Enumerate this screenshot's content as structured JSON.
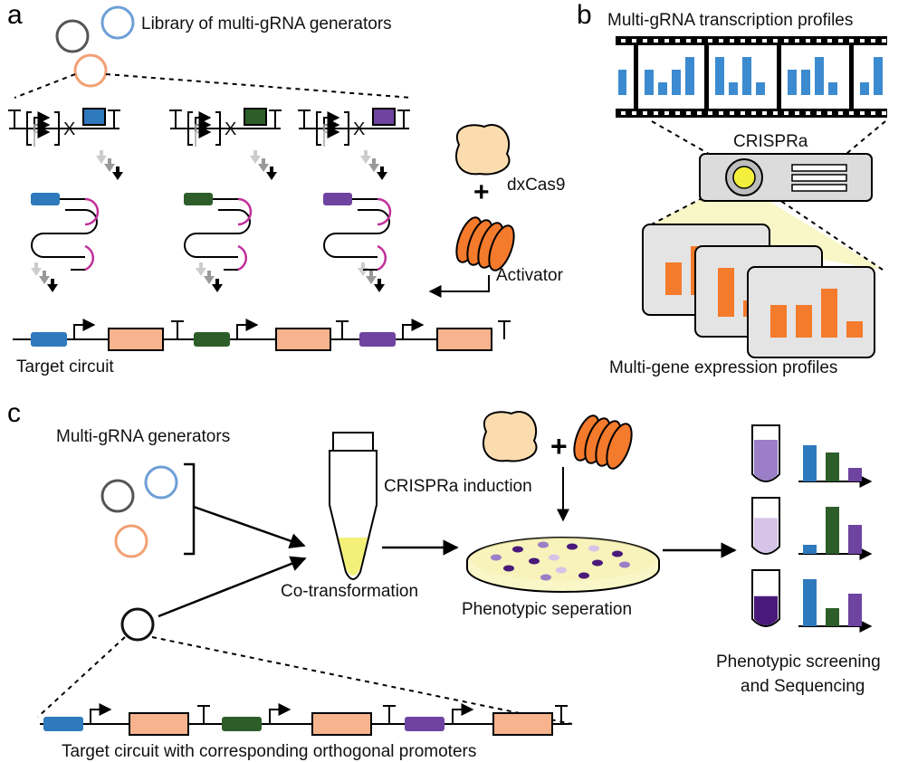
{
  "panels": {
    "a": "a",
    "b": "b",
    "c": "c"
  },
  "colors": {
    "blue": "#2f79bd",
    "green": "#2d5e2a",
    "purple": "#6f43a0",
    "gene": "#f6b38e",
    "orange": "#f47a2c",
    "magenta": "#c0309a",
    "protein": "#fbdcae",
    "bar_blue": "#3c8bd0",
    "bar_orange": "#f47a2c",
    "dish_fill": "#f9f7c8",
    "tube_yellow": "#f3f07a",
    "plasmid_gray": "#555555",
    "plasmid_blue": "#6e9fd6",
    "plasmid_orange": "#f2a074"
  },
  "icons": [
    "plasmid-icon",
    "promoter-arrow-icon",
    "terminator-icon",
    "dxcas9-protein-icon",
    "activator-protein-icon",
    "projector-icon",
    "film-strip-icon",
    "tube-icon",
    "petri-dish-icon"
  ],
  "labels": {
    "library": "Library of multi-gRNA generators",
    "x": "X",
    "dxcas9": "dxCas9",
    "plus": "+",
    "activator": "Activator",
    "target_circuit": "Target circuit",
    "multi_gRNA_profiles": "Multi-gRNA transcription profiles",
    "crispra": "CRISPRa",
    "multi_gene_profiles": "Multi-gene expression profiles",
    "multi_gRNA_generators": "Multi-gRNA generators",
    "crispra_induction": "CRISPRa induction",
    "co_transformation": "Co-transformation",
    "phenotypic_separation": "Phenotypic seperation",
    "screening_line1": "Phenotypic screening",
    "screening_line2": "and Sequencing",
    "target_circuit_orthogonal": "Target circuit with corresponding orthogonal promoters"
  },
  "film_frames": [
    [
      2,
      1,
      2,
      3
    ],
    [
      3,
      1,
      3,
      1
    ],
    [
      2,
      2,
      3,
      1
    ],
    [
      1,
      3
    ]
  ],
  "expression_frames": [
    [
      2,
      3,
      1
    ],
    [
      3,
      1,
      2
    ],
    [
      2,
      2,
      3,
      1
    ]
  ],
  "screening_bars": [
    [
      4,
      3.2,
      1.5
    ],
    [
      1,
      5.2,
      3.2
    ],
    [
      5.2,
      2,
      3.6
    ]
  ],
  "tube_levels": [
    {
      "fill": "#9c7ec8",
      "level": 0.75
    },
    {
      "fill": "#d6c4e8",
      "level": 0.65
    },
    {
      "fill": "#4a1a7a",
      "level": 0.55
    }
  ]
}
